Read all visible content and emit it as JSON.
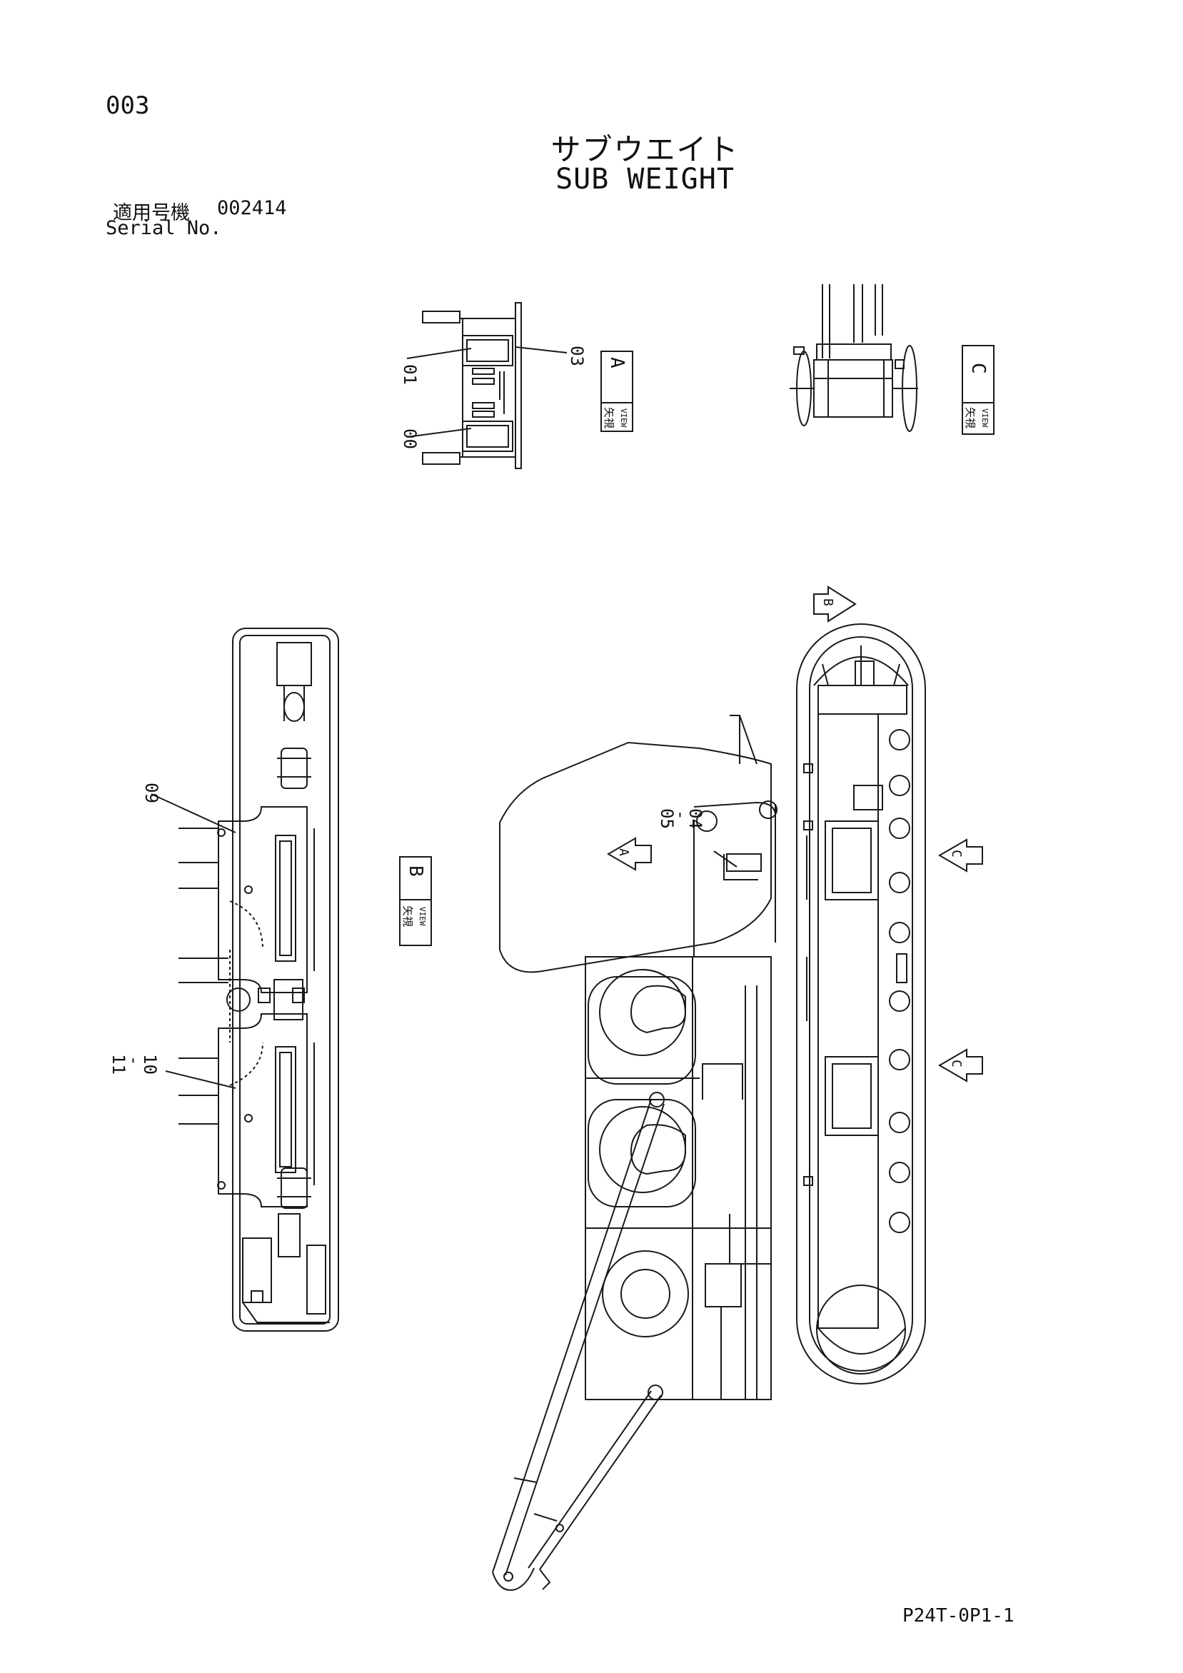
{
  "header": {
    "page_number": "003",
    "title_jp": "サブウエイト",
    "title_en": "SUB WEIGHT",
    "serial_label_jp": "適用号機",
    "serial_value": "002414",
    "serial_label_en": "Serial No."
  },
  "views": {
    "view_a": {
      "jp": "矢視",
      "en": "VIEW",
      "letter": "A"
    },
    "view_b": {
      "jp": "矢視",
      "en": "VIEW",
      "letter": "B"
    },
    "view_c": {
      "jp": "矢視",
      "en": "VIEW",
      "letter": "C"
    }
  },
  "arrows": {
    "a": "A",
    "b": "B",
    "c": "C"
  },
  "callouts": {
    "p00": "00",
    "p01": "01",
    "p03": "03",
    "p04": "04",
    "p05": "05",
    "p09": "09",
    "p10": "10",
    "p11": "11",
    "dash": "-"
  },
  "footer": {
    "drawing_code": "P24T-0P1-1"
  }
}
